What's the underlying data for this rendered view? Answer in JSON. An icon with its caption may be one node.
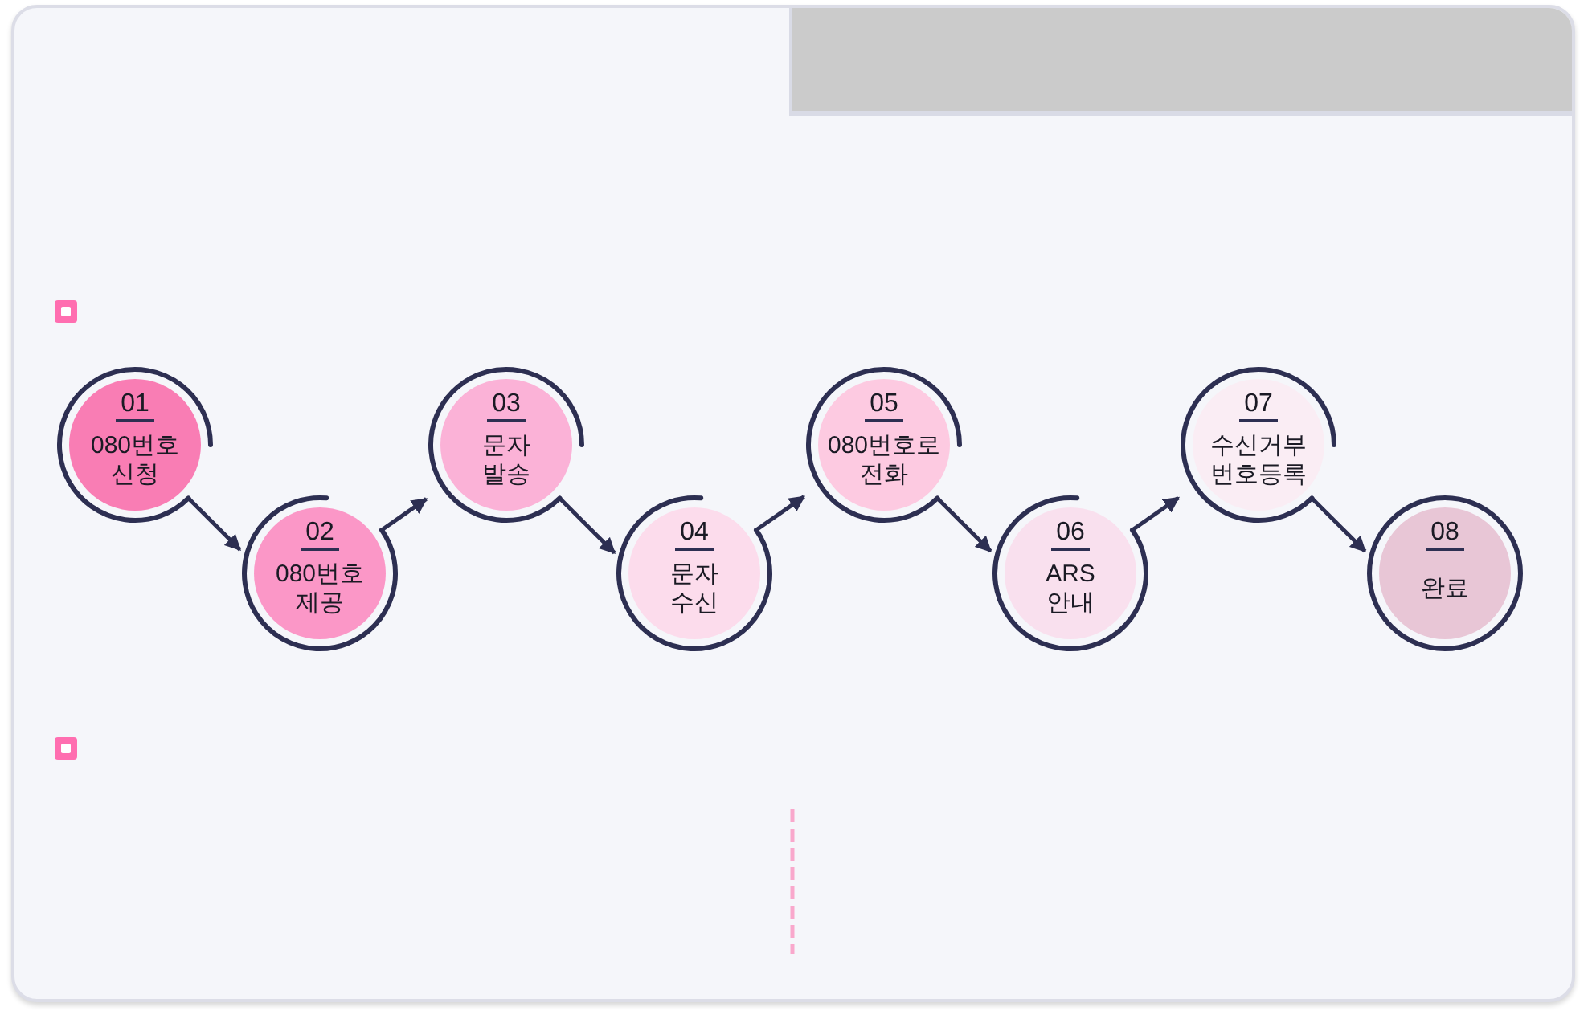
{
  "diagram": {
    "nodes": [
      {
        "text": [
          "01",
          "080번호 신청"
        ]
      },
      {
        "text": [
          "02",
          "080번호 제공"
        ]
      },
      {
        "text": [
          "03",
          "문자 발송"
        ]
      },
      {
        "text": [
          "04",
          "문자 수신"
        ]
      },
      {
        "text": [
          "05",
          "080번호로 전화"
        ]
      },
      {
        "text": [
          "06",
          "ARS 안내"
        ]
      },
      {
        "text": [
          "07",
          "수신거부 번호등록"
        ]
      },
      {
        "text": [
          "08",
          "완료"
        ]
      }
    ],
    "edges": [
      {
        "from": 0,
        "to": 1,
        "arrow": "to"
      },
      {
        "from": 1,
        "to": 2,
        "arrow": "to"
      },
      {
        "from": 2,
        "to": 3,
        "arrow": "to"
      },
      {
        "from": 3,
        "to": 4,
        "arrow": "to"
      },
      {
        "from": 4,
        "to": 5,
        "arrow": "to"
      },
      {
        "from": 5,
        "to": 6,
        "arrow": "to"
      },
      {
        "from": 6,
        "to": 7,
        "arrow": "to"
      }
    ]
  }
}
